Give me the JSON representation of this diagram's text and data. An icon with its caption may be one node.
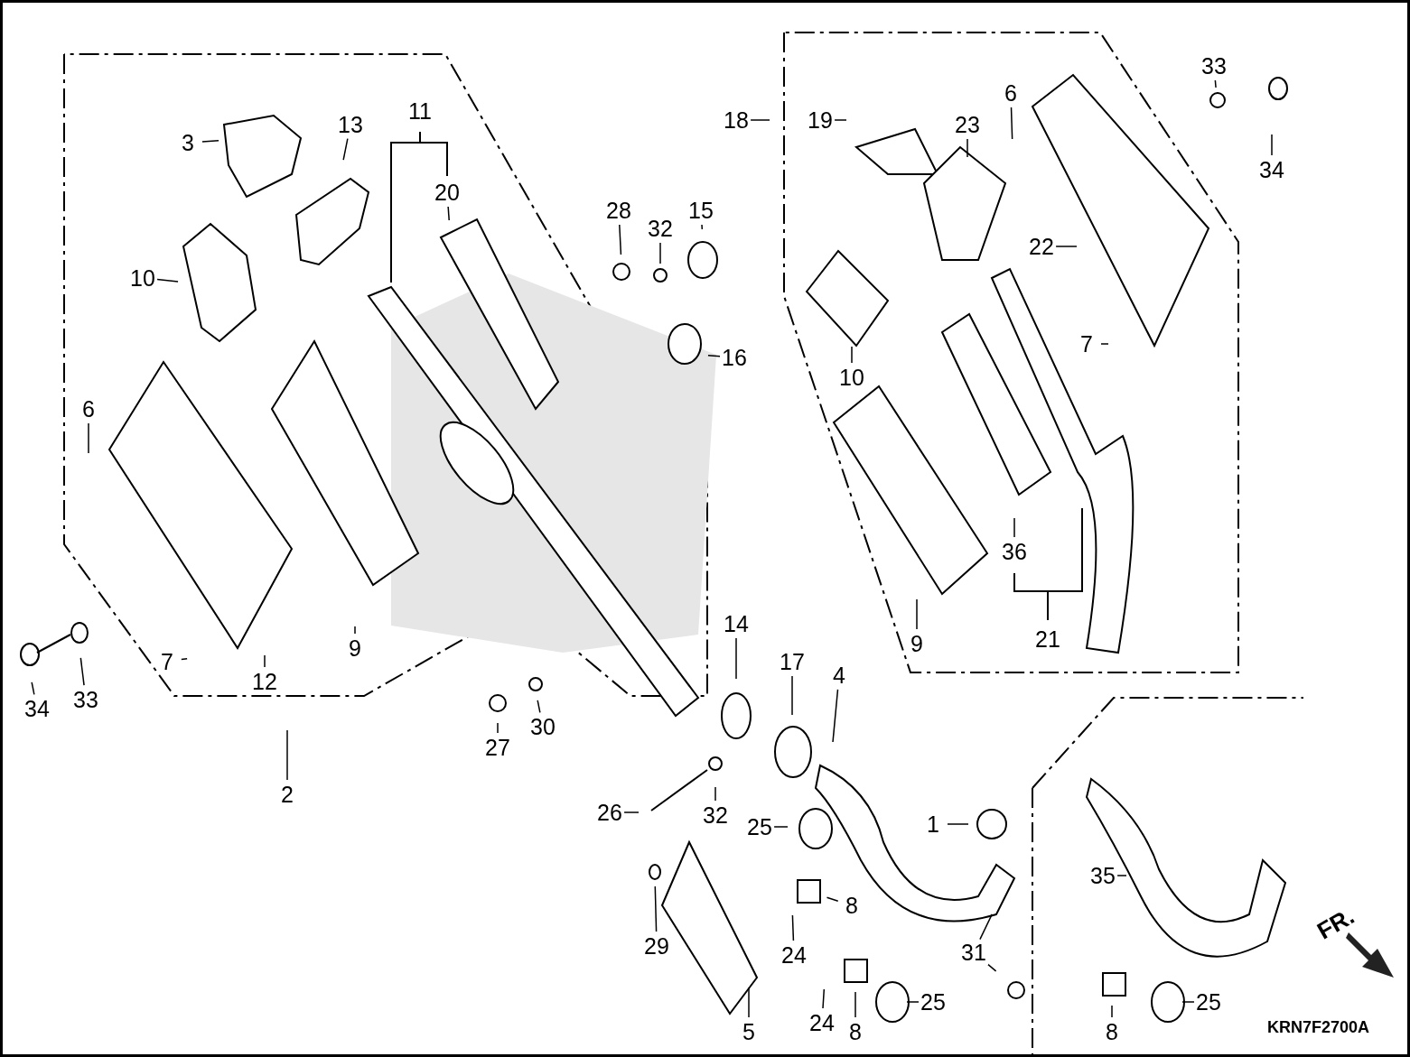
{
  "diagram": {
    "nodes": [
      {
        "text": [
          "3"
        ]
      },
      {
        "text": [
          "13"
        ]
      },
      {
        "text": [
          "11"
        ]
      },
      {
        "text": [
          "20"
        ]
      },
      {
        "text": [
          "10"
        ]
      },
      {
        "text": [
          "28"
        ]
      },
      {
        "text": [
          "32"
        ]
      },
      {
        "text": [
          "15"
        ]
      },
      {
        "text": [
          "16"
        ]
      },
      {
        "text": [
          "6"
        ]
      },
      {
        "text": [
          "9"
        ]
      },
      {
        "text": [
          "12"
        ]
      },
      {
        "text": [
          "7"
        ]
      },
      {
        "text": [
          "34"
        ]
      },
      {
        "text": [
          "33"
        ]
      },
      {
        "text": [
          "2"
        ]
      },
      {
        "text": [
          "27"
        ]
      },
      {
        "text": [
          "30"
        ]
      },
      {
        "text": [
          "14"
        ]
      },
      {
        "text": [
          "17"
        ]
      },
      {
        "text": [
          "4"
        ]
      },
      {
        "text": [
          "26"
        ]
      },
      {
        "text": [
          "32"
        ]
      },
      {
        "text": [
          "25"
        ]
      },
      {
        "text": [
          "1"
        ]
      },
      {
        "text": [
          "29"
        ]
      },
      {
        "text": [
          "24"
        ]
      },
      {
        "text": [
          "8"
        ]
      },
      {
        "text": [
          "24"
        ]
      },
      {
        "text": [
          "8"
        ]
      },
      {
        "text": [
          "25"
        ]
      },
      {
        "text": [
          "5"
        ]
      },
      {
        "text": [
          "31"
        ]
      },
      {
        "text": [
          "18"
        ]
      },
      {
        "text": [
          "19"
        ]
      },
      {
        "text": [
          "23"
        ]
      },
      {
        "text": [
          "6"
        ]
      },
      {
        "text": [
          "33"
        ]
      },
      {
        "text": [
          "34"
        ]
      },
      {
        "text": [
          "22"
        ]
      },
      {
        "text": [
          "10"
        ]
      },
      {
        "text": [
          "7"
        ]
      },
      {
        "text": [
          "9"
        ]
      },
      {
        "text": [
          "36"
        ]
      },
      {
        "text": [
          "21"
        ]
      },
      {
        "text": [
          "35"
        ]
      },
      {
        "text": [
          "8"
        ]
      },
      {
        "text": [
          "25"
        ]
      }
    ],
    "edges": [
      {
        "from": 0,
        "to": null,
        "arrow": "none"
      },
      {
        "from": 1,
        "to": null,
        "arrow": "none"
      },
      {
        "from": 3,
        "to": null,
        "arrow": "none"
      },
      {
        "from": 4,
        "to": null,
        "arrow": "none"
      },
      {
        "from": 5,
        "to": null,
        "arrow": "none"
      },
      {
        "from": 6,
        "to": null,
        "arrow": "none"
      },
      {
        "from": 7,
        "to": null,
        "arrow": "none"
      },
      {
        "from": 8,
        "to": null,
        "arrow": "none"
      },
      {
        "from": 9,
        "to": null,
        "arrow": "none"
      },
      {
        "from": 10,
        "to": null,
        "arrow": "none"
      },
      {
        "from": 11,
        "to": null,
        "arrow": "none"
      },
      {
        "from": 12,
        "to": null,
        "arrow": "none"
      },
      {
        "from": 13,
        "to": null,
        "arrow": "none"
      },
      {
        "from": 14,
        "to": null,
        "arrow": "none"
      },
      {
        "from": 15,
        "to": null,
        "arrow": "none"
      },
      {
        "from": 16,
        "to": null,
        "arrow": "none"
      },
      {
        "from": 17,
        "to": null,
        "arrow": "none"
      },
      {
        "from": 18,
        "to": null,
        "arrow": "none"
      },
      {
        "from": 19,
        "to": null,
        "arrow": "none"
      },
      {
        "from": 20,
        "to": null,
        "arrow": "none"
      },
      {
        "from": 21,
        "to": null,
        "arrow": "none"
      },
      {
        "from": 22,
        "to": null,
        "arrow": "none"
      },
      {
        "from": 23,
        "to": null,
        "arrow": "none"
      },
      {
        "from": 24,
        "to": null,
        "arrow": "none"
      },
      {
        "from": 25,
        "to": null,
        "arrow": "none"
      },
      {
        "from": 26,
        "to": null,
        "arrow": "none"
      },
      {
        "from": 27,
        "to": null,
        "arrow": "none"
      },
      {
        "from": 28,
        "to": null,
        "arrow": "none"
      },
      {
        "from": 29,
        "to": null,
        "arrow": "none"
      },
      {
        "from": 30,
        "to": null,
        "arrow": "none"
      },
      {
        "from": 31,
        "to": null,
        "arrow": "none"
      },
      {
        "from": 32,
        "to": null,
        "arrow": "none"
      },
      {
        "from": 32,
        "to": null,
        "arrow": "none"
      },
      {
        "from": 33,
        "to": null,
        "arrow": "none"
      },
      {
        "from": 34,
        "to": null,
        "arrow": "none"
      },
      {
        "from": 35,
        "to": null,
        "arrow": "none"
      },
      {
        "from": 36,
        "to": null,
        "arrow": "none"
      },
      {
        "from": 37,
        "to": null,
        "arrow": "none"
      },
      {
        "from": 38,
        "to": null,
        "arrow": "none"
      },
      {
        "from": 39,
        "to": null,
        "arrow": "none"
      },
      {
        "from": 40,
        "to": null,
        "arrow": "none"
      },
      {
        "from": 41,
        "to": null,
        "arrow": "none"
      },
      {
        "from": 42,
        "to": null,
        "arrow": "none"
      },
      {
        "from": 43,
        "to": null,
        "arrow": "none"
      },
      {
        "from": 45,
        "to": null,
        "arrow": "none"
      },
      {
        "from": 46,
        "to": null,
        "arrow": "none"
      },
      {
        "from": 47,
        "to": null,
        "arrow": "none"
      }
    ],
    "labels": [
      "FR.",
      "KRN7F2700A"
    ]
  }
}
